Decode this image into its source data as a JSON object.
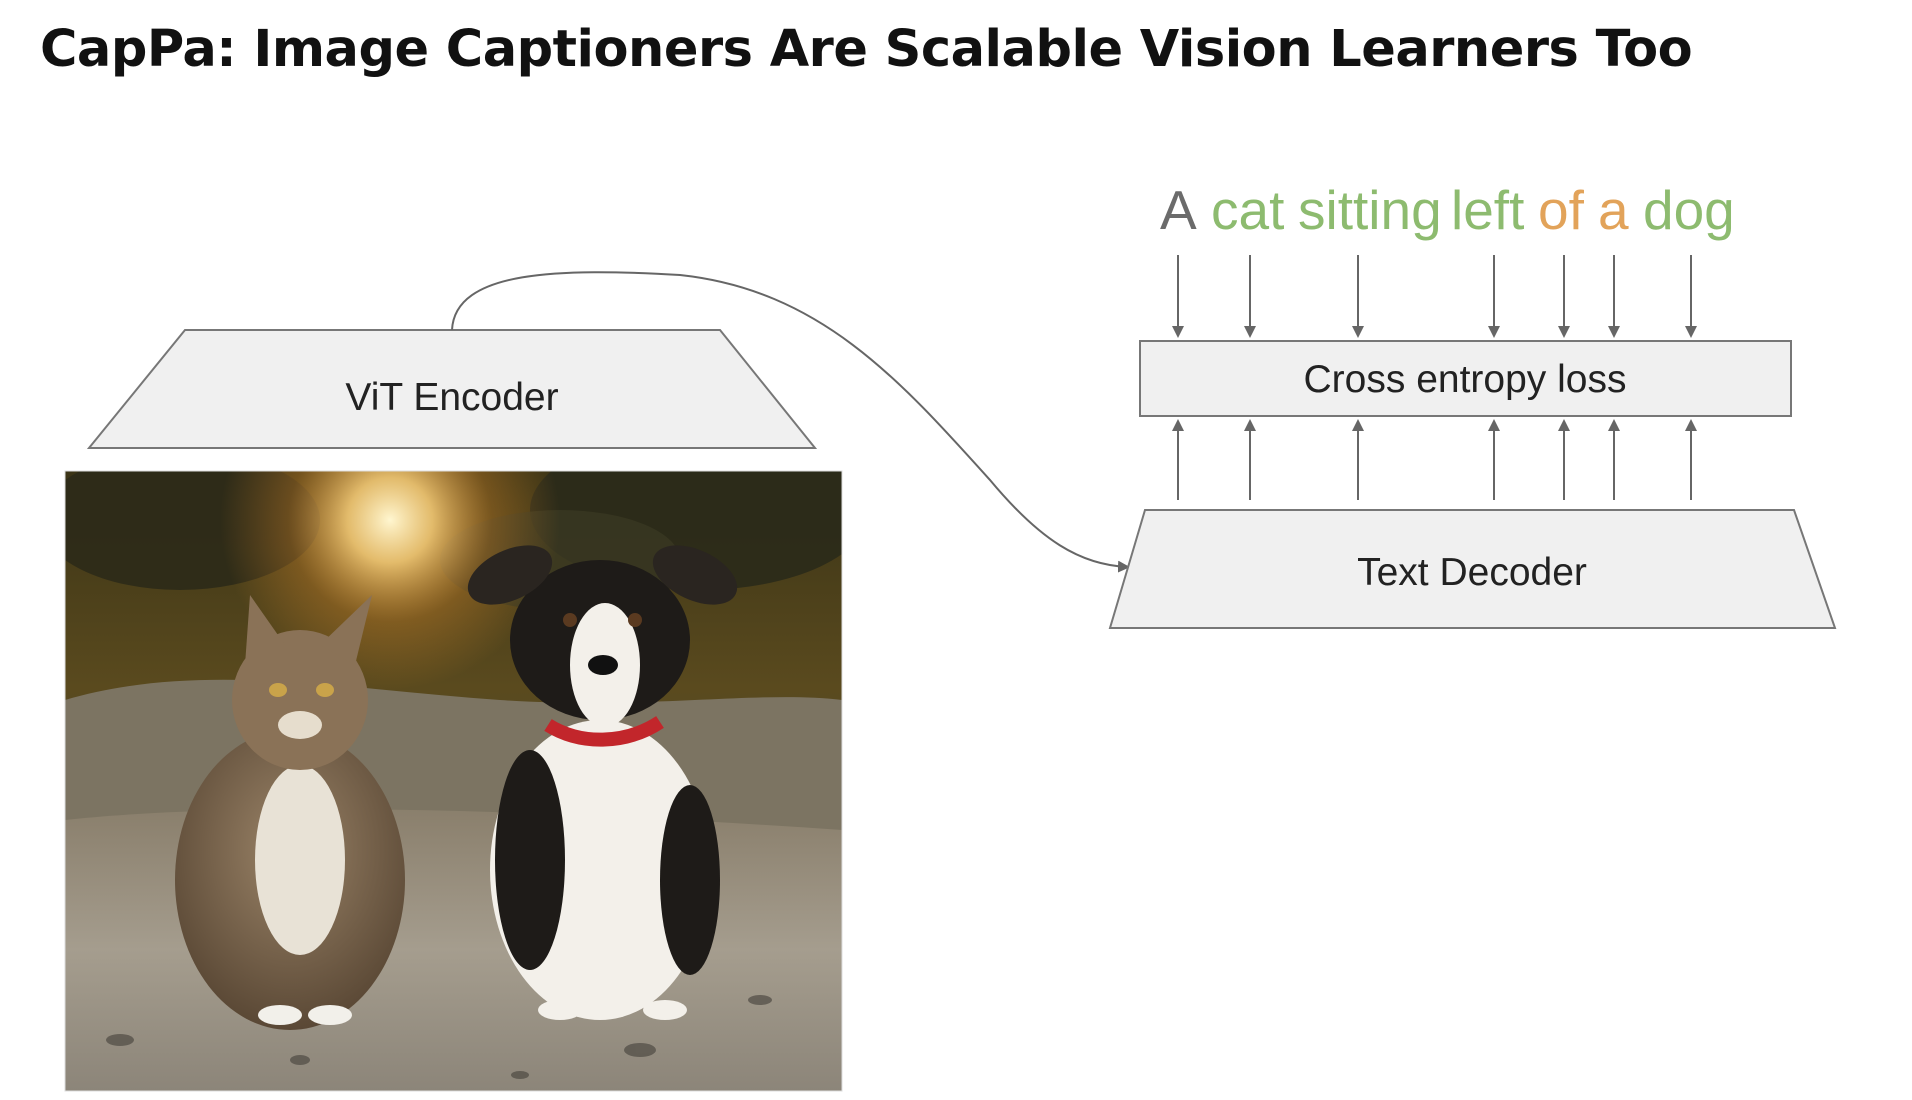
{
  "title": "CapPa: Image Captioners Are Scalable Vision Learners Too",
  "encoder": {
    "label": "ViT Encoder"
  },
  "decoder": {
    "label": "Text Decoder"
  },
  "loss": {
    "label": "Cross entropy loss"
  },
  "caption": {
    "tokens": [
      {
        "text": "A",
        "color": "#6b6b6b"
      },
      {
        "text": "cat",
        "color": "#8dbb6f"
      },
      {
        "text": "sitting",
        "color": "#8dbb6f"
      },
      {
        "text": "left",
        "color": "#8dbb6f"
      },
      {
        "text": "of",
        "color": "#e2a35a"
      },
      {
        "text": "a",
        "color": "#e2a35a"
      },
      {
        "text": "dog",
        "color": "#8dbb6f"
      }
    ]
  },
  "colors": {
    "box_fill": "#f0f0f0",
    "box_stroke": "#777777",
    "arrow": "#666666"
  },
  "image": {
    "subject": "cat and dog sitting on a beach at sunset"
  }
}
